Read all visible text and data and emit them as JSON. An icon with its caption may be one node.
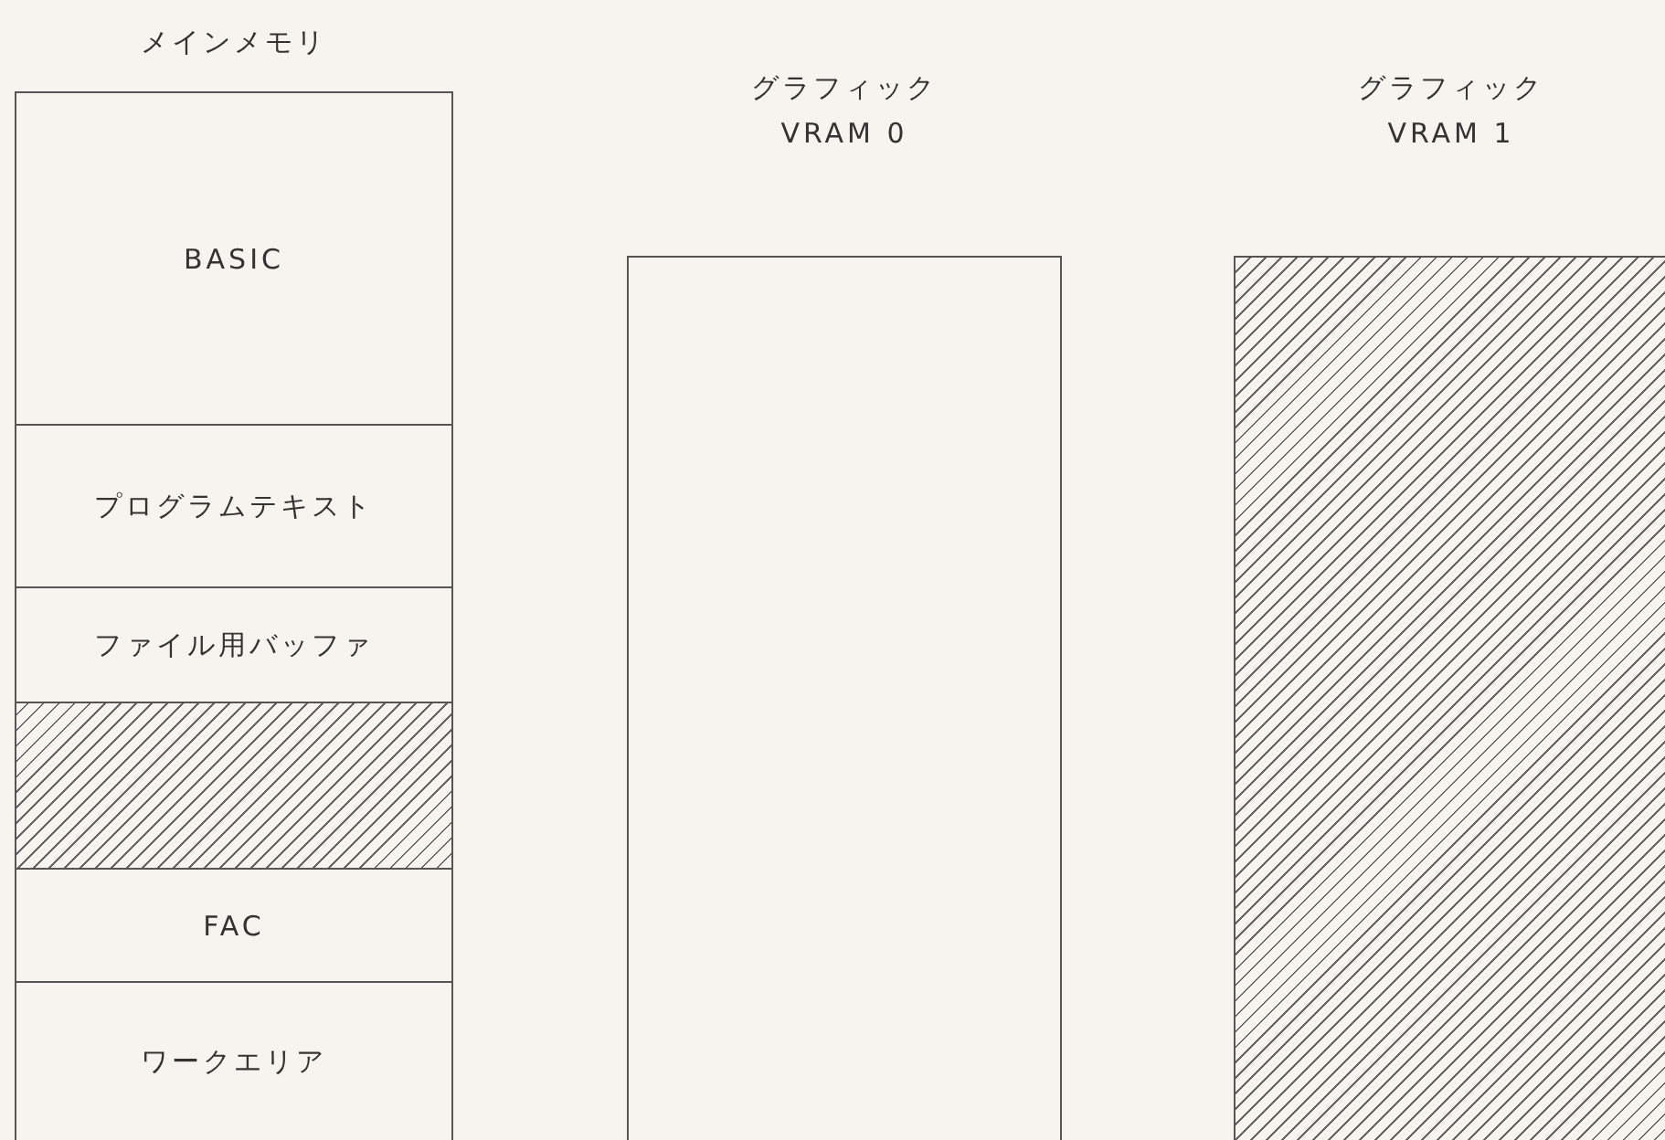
{
  "diagram": {
    "nodes": [
      {
        "text": [
          "メインメモリ"
        ]
      },
      {
        "text": [
          "BASIC"
        ],
        "in": 0
      },
      {
        "text": [
          "プログラムテキスト"
        ],
        "in": 0
      },
      {
        "text": [
          "ファイル用バッファ"
        ],
        "in": 0
      },
      {
        "text": [],
        "shape": "box",
        "in": 0
      },
      {
        "text": [
          "FAC"
        ],
        "in": 0
      },
      {
        "text": [
          "ワークエリア"
        ],
        "in": 0
      },
      {
        "text": [
          "グラフィック VRAM 0"
        ]
      },
      {
        "text": [
          "グラフィック VRAM 1"
        ]
      }
    ]
  }
}
